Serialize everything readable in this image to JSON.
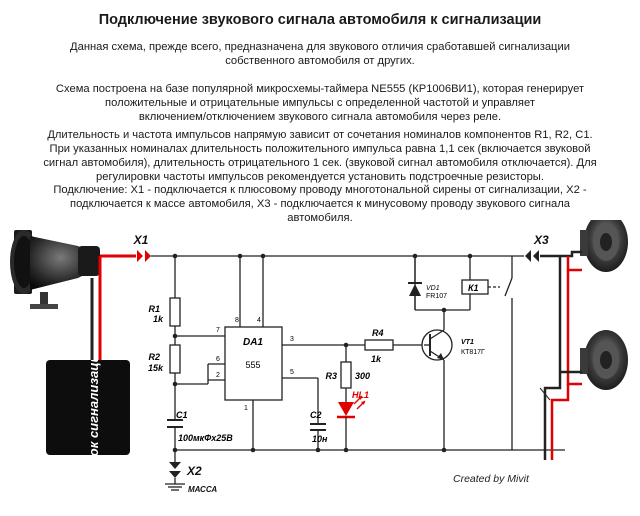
{
  "title": "Подключение звукового сигнала автомобиля к сигнализации",
  "paragraphs": [
    [
      "Данная схема, прежде всего, предназначена для звукового отличия сработавшей сигнализации",
      "собственного автомобиля от других."
    ],
    [
      "Схема построена на базе популярной микросхемы-таймера NE555 (КР1006ВИ1), которая генерирует",
      "положительные и отрицательные импульсы с определенной частотой и управляет",
      "включением/отключением звукового сигнала автомобиля через реле."
    ],
    [
      "Длительность и частота импульсов напрямую зависит от сочетания номиналов компонентов R1, R2, С1.",
      "При указанных номиналах длительность положительного импульса равна 1,1 сек (включается звуковой",
      "сигнал автомобиля), длительность отрицательного 1 сек. (звуковой сигнал автомобиля отключается). Для",
      "регулировки частоты импульсов рекомендуется установить подстроечные резисторы."
    ],
    [
      "Подключение: Х1 - подключается к плюсовому проводу многотональной сирены от сигнализации, Х2 -",
      "подключается к массе автомобиля, Х3 - подключается к минусовому проводу звукового сигнала",
      "автомобиля."
    ]
  ],
  "diagram": {
    "x1": "X1",
    "x2": "X2",
    "x3": "X3",
    "ground_label": "МАССА",
    "alarm_block": "Блок сигнализации",
    "ic_name": "DA1",
    "ic_type": "555",
    "pins": {
      "p8": "8",
      "p4": "4",
      "p7": "7",
      "p6": "6",
      "p2": "2",
      "p3": "3",
      "p5": "5",
      "p1": "1"
    },
    "r1": {
      "name": "R1",
      "value": "1k"
    },
    "r2": {
      "name": "R2",
      "value": "15k"
    },
    "r3": {
      "name": "R3",
      "value": "300"
    },
    "r4": {
      "name": "R4",
      "value": "1k"
    },
    "c1": {
      "name": "С1",
      "value": "100мкФх25В"
    },
    "c2": {
      "name": "С2",
      "value": "10н"
    },
    "hl1": "HL1",
    "vd1": {
      "name": "VD1",
      "type": "FR107"
    },
    "vt1": {
      "name": "VT1",
      "type": "КТ817Г"
    },
    "k1": "К1",
    "credit": "Created by Mivit",
    "colors": {
      "wire": "#222222",
      "positive": "#e00000",
      "led": "#e00000",
      "block": "#111111",
      "node": "#cc0000"
    }
  }
}
